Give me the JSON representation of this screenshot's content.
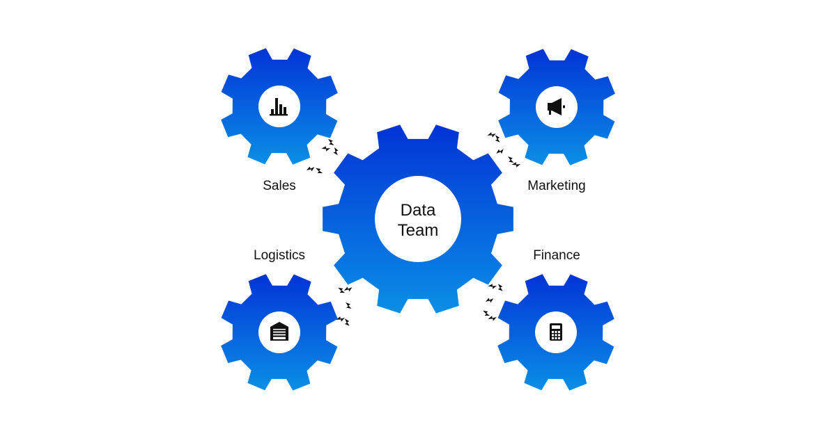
{
  "diagram": {
    "center": {
      "title_line1": "Data",
      "title_line2": "Team"
    },
    "departments": [
      {
        "id": "sales",
        "label": "Sales",
        "icon": "bar-chart-icon"
      },
      {
        "id": "marketing",
        "label": "Marketing",
        "icon": "megaphone-icon"
      },
      {
        "id": "logistics",
        "label": "Logistics",
        "icon": "warehouse-icon"
      },
      {
        "id": "finance",
        "label": "Finance",
        "icon": "calculator-icon"
      }
    ],
    "colors": {
      "gear_top": "#0233d6",
      "gear_bottom": "#0a8fe6",
      "hub": "#ffffff",
      "text": "#111111",
      "spark": "#111111"
    }
  }
}
